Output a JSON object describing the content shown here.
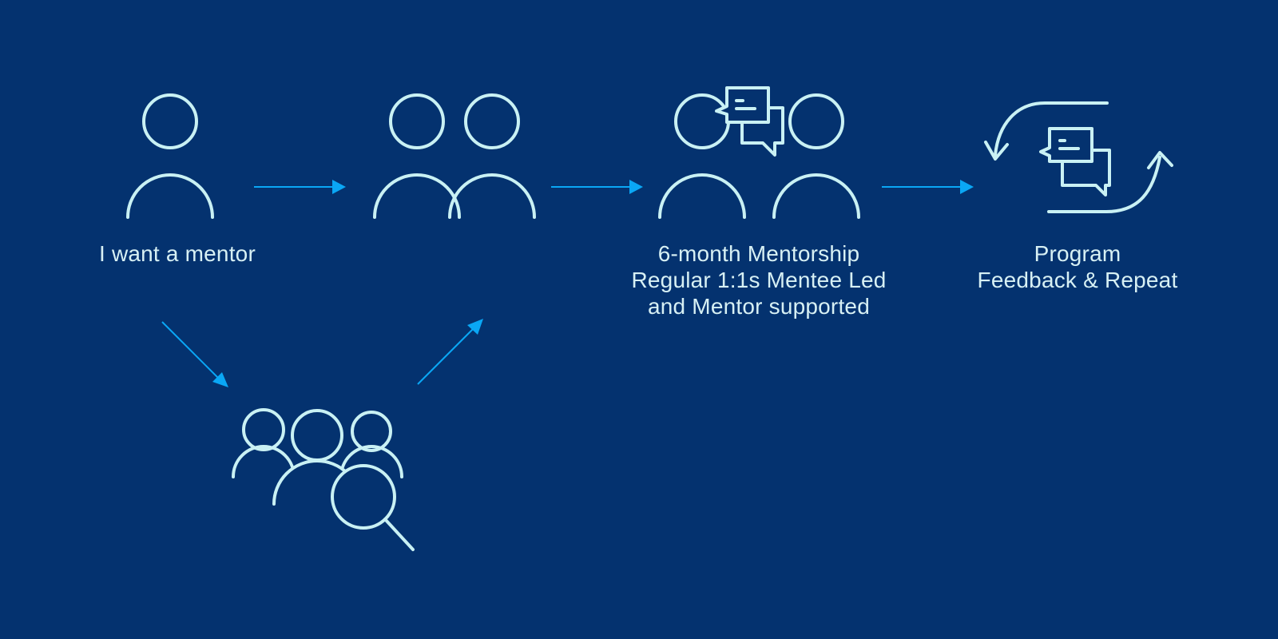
{
  "colors": {
    "background": "#04326f",
    "icon_stroke": "#c9f1f4",
    "arrow": "#0aa7f5",
    "text": "#d7f0f4"
  },
  "steps": [
    {
      "icon": "single-person-icon",
      "lines": [
        "I want a mentor"
      ]
    },
    {
      "icon": "two-people-icon",
      "lines": []
    },
    {
      "icon": "mentorship-conversation-icon",
      "lines": [
        "6-month Mentorship",
        "Regular 1:1s Mentee Led",
        "and Mentor supported"
      ]
    },
    {
      "icon": "feedback-cycle-icon",
      "lines": [
        "Program",
        "Feedback & Repeat"
      ]
    },
    {
      "icon": "group-search-icon",
      "lines": []
    }
  ]
}
